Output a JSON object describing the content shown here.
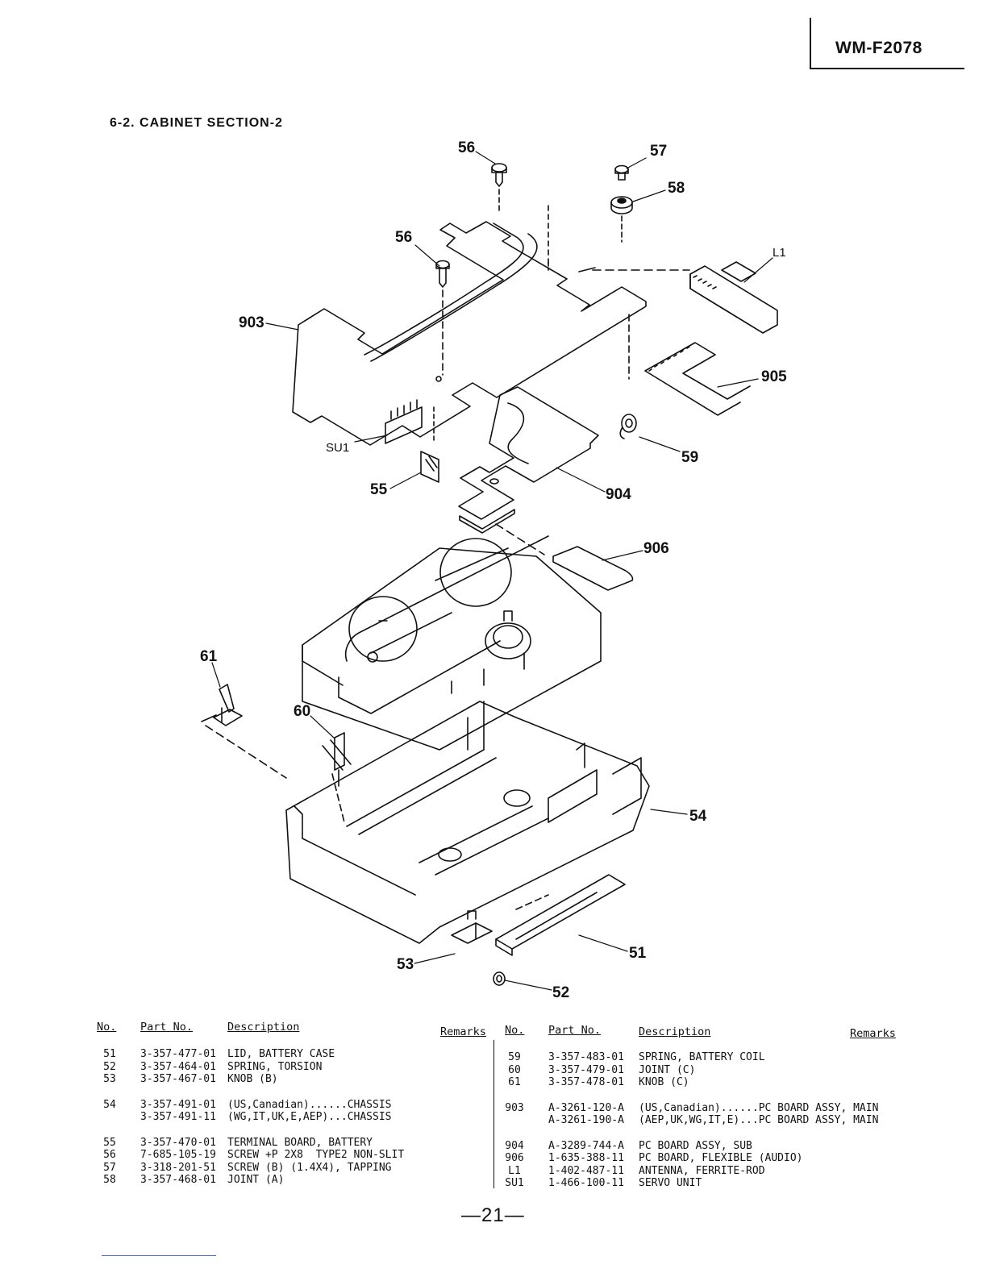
{
  "header": {
    "model": "WM-F2078"
  },
  "section": {
    "title": "6-2. CABINET SECTION-2"
  },
  "callouts": {
    "c56a": "56",
    "c57": "57",
    "c58": "58",
    "c56b": "56",
    "cL1": "L1",
    "c903": "903",
    "c905": "905",
    "cSU1": "SU1",
    "c59": "59",
    "c55": "55",
    "c904": "904",
    "c906": "906",
    "c61": "61",
    "c60": "60",
    "c54": "54",
    "c51": "51",
    "c53": "53",
    "c52": "52"
  },
  "table": {
    "headers": {
      "no": "No.",
      "part_no": "Part No.",
      "description": "Description",
      "remarks": "Remarks"
    },
    "left": [
      {
        "no": "51",
        "part_no": "3-357-477-01",
        "description": "LID, BATTERY CASE"
      },
      {
        "no": "52",
        "part_no": "3-357-464-01",
        "description": "SPRING, TORSION"
      },
      {
        "no": "53",
        "part_no": "3-357-467-01",
        "description": "KNOB (B)"
      },
      {
        "no": "54",
        "part_no": "3-357-491-01",
        "description": "(US,Canadian)......CHASSIS"
      },
      {
        "no": "",
        "part_no": "3-357-491-11",
        "description": "(WG,IT,UK,E,AEP)...CHASSIS"
      },
      {
        "no": "55",
        "part_no": "3-357-470-01",
        "description": "TERMINAL BOARD, BATTERY"
      },
      {
        "no": "56",
        "part_no": "7-685-105-19",
        "description": "SCREW +P 2X8  TYPE2 NON-SLIT"
      },
      {
        "no": "57",
        "part_no": "3-318-201-51",
        "description": "SCREW (B) (1.4X4), TAPPING"
      },
      {
        "no": "58",
        "part_no": "3-357-468-01",
        "description": "JOINT (A)"
      }
    ],
    "right": [
      {
        "no": "59",
        "part_no": "3-357-483-01",
        "description": "SPRING, BATTERY COIL"
      },
      {
        "no": "60",
        "part_no": "3-357-479-01",
        "description": "JOINT (C)"
      },
      {
        "no": "61",
        "part_no": "3-357-478-01",
        "description": "KNOB (C)"
      },
      {
        "no": "903",
        "part_no": "A-3261-120-A",
        "description": "(US,Canadian)......PC BOARD ASSY, MAIN"
      },
      {
        "no": "",
        "part_no": "A-3261-190-A",
        "description": "(AEP,UK,WG,IT,E)...PC BOARD ASSY, MAIN"
      },
      {
        "no": "904",
        "part_no": "A-3289-744-A",
        "description": "PC BOARD ASSY, SUB"
      },
      {
        "no": "906",
        "part_no": "1-635-388-11",
        "description": "PC BOARD, FLEXIBLE (AUDIO)"
      },
      {
        "no": "L1",
        "part_no": "1-402-487-11",
        "description": "ANTENNA, FERRITE-ROD"
      },
      {
        "no": "SU1",
        "part_no": "1-466-100-11",
        "description": "SERVO UNIT"
      }
    ]
  },
  "footer": {
    "page": "—21—"
  }
}
